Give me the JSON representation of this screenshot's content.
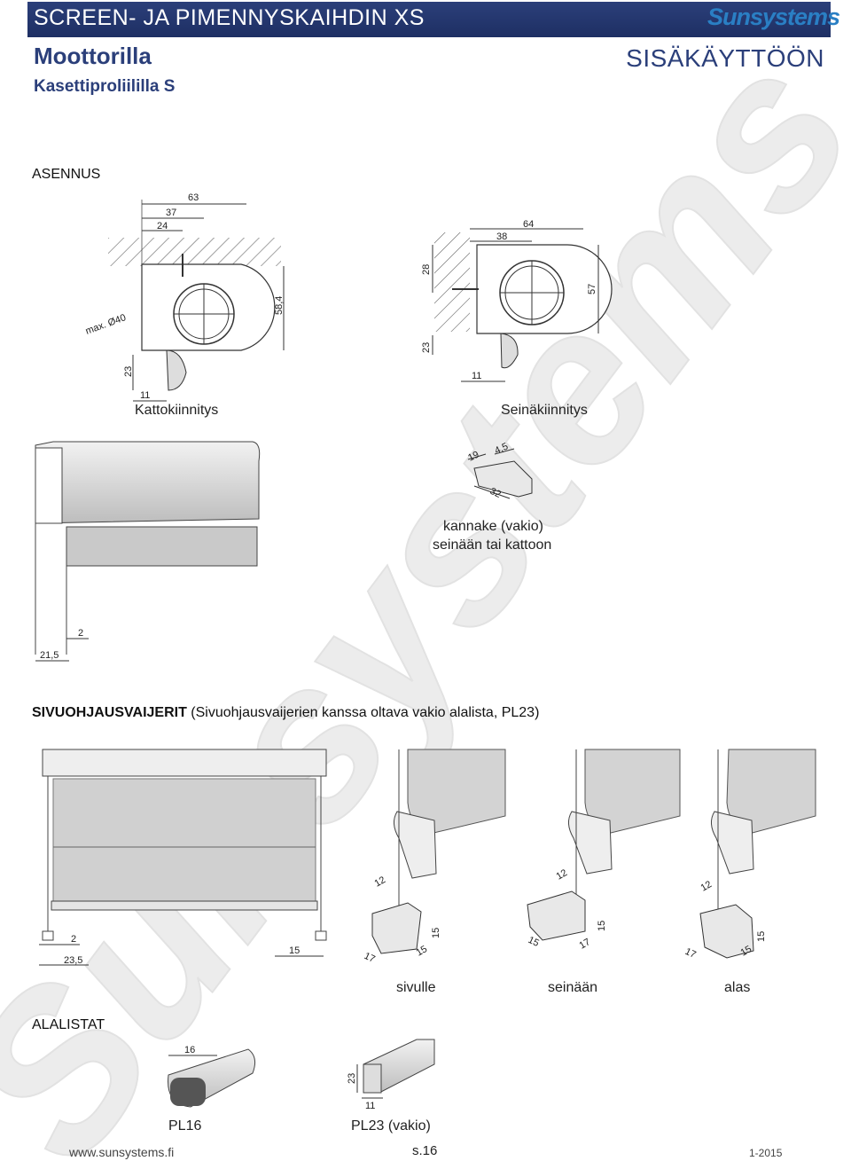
{
  "header": {
    "title": "SCREEN- JA PIMENNYSKAIHDIN XS",
    "subtitle": "Moottorilla",
    "profile": "Kasettiproliililla S",
    "usage": "SISÄKÄYTTÖÖN",
    "logo": "Sunsystems"
  },
  "sections": {
    "mounting": "ASENNUS",
    "side_guides_bold": "SIVUOHJAUSVAIJERIT",
    "side_guides_note": " (Sivuohjausvaijerien kanssa oltava vakio alalista, PL23)",
    "bottom_rails": "ALALISTAT"
  },
  "captions": {
    "ceiling": "Kattokiinnitys",
    "wall": "Seinäkiinnitys",
    "bracket_1": "kannake (vakio)",
    "bracket_2": "seinään tai kattoon",
    "side": "sivulle",
    "towall": "seinään",
    "down": "alas",
    "pl16": "PL16",
    "pl23": "PL23 (vakio)"
  },
  "dimensions": {
    "ceiling": [
      "63",
      "37",
      "24",
      "58,4",
      "max. Ø40",
      "23",
      "11"
    ],
    "wall": [
      "64",
      "38",
      "28",
      "57",
      "23",
      "11"
    ],
    "bracket": [
      "19",
      "4,5",
      "32"
    ],
    "cassette": [
      "2",
      "21,5"
    ],
    "guides": [
      "2",
      "23,5",
      "15"
    ],
    "fixings": [
      "12",
      "17",
      "15"
    ],
    "rails": [
      "16",
      "23",
      "11"
    ]
  },
  "footer": {
    "url": "www.sunsystems.fi",
    "page": "s.16",
    "date": "1-2015"
  },
  "colors": {
    "brand_dark": "#2b3f7a",
    "brand_logo": "#2a7fc4",
    "watermark": "#e6e6e6"
  }
}
